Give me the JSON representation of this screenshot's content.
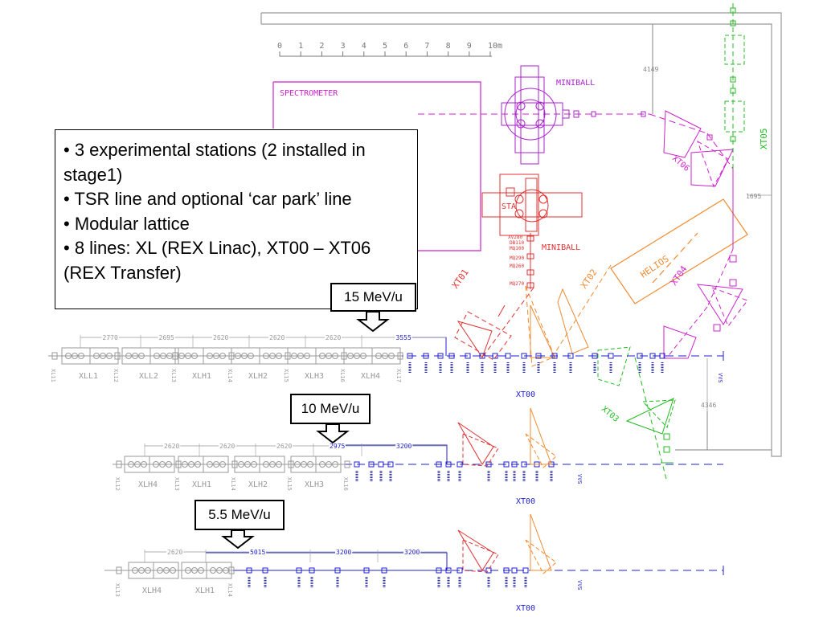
{
  "bullets": [
    "• 3 experimental stations (2 installed in stage1)",
    "• TSR line and optional ‘car park’ line",
    "• Modular lattice",
    "• 8 lines: XL (REX Linac), XT00 – XT06 (REX Transfer)"
  ],
  "energies": [
    "15 MeV/u",
    "10 MeV/u",
    "5.5 MeV/u"
  ],
  "scale": {
    "ticks": [
      "0",
      "1",
      "2",
      "3",
      "4",
      "5",
      "6",
      "7",
      "8",
      "9",
      "10m"
    ]
  },
  "stations": {
    "spectrometer": "SPECTROMETER",
    "miniball_top": "MINIBALL",
    "miniball_mid": "MINIBALL",
    "helios": "HELIOS",
    "sta": "STA"
  },
  "line_labels": {
    "xt00": "XT00",
    "xt01": "XT01",
    "xt02": "XT02",
    "xt03": "XT03",
    "xt04": "XT04",
    "xt05": "XT05",
    "xt06": "XT06"
  },
  "dimensions": {
    "d4149": "4149",
    "d1695": "1695",
    "d4346": "4346"
  },
  "row1": {
    "dims": [
      "2770",
      "2695",
      "2620",
      "2620",
      "2620",
      "3555"
    ],
    "modules": [
      "XLL1",
      "XLL2",
      "XLH1",
      "XLH2",
      "XLH3",
      "XLH4"
    ],
    "stations": [
      "XL11",
      "XL12",
      "XL13",
      "XL14",
      "XL15",
      "XL16",
      "XL17"
    ],
    "xt00_label": "XT00"
  },
  "row2": {
    "dims": [
      "2620",
      "2620",
      "2620",
      "2975",
      "3200"
    ],
    "modules": [
      "XLH4",
      "XLH1",
      "XLH2",
      "XLH3"
    ],
    "stations": [
      "XL12",
      "XL13",
      "XL14",
      "XL15",
      "XL16"
    ],
    "xt00_label": "XT00"
  },
  "row3": {
    "dims": [
      "2620",
      "5015",
      "3200",
      "3200"
    ],
    "modules": [
      "XLH4",
      "XLH1"
    ],
    "stations": [
      "XL13",
      "XL14"
    ],
    "xt00_label": "XT00"
  },
  "beam_end": "VVS",
  "colors": {
    "beamline": "#2222cc",
    "spectrometer": "#cc22cc",
    "miniball_mid": "#e03030",
    "helios": "#f08a30",
    "xt03": "#22bb22",
    "xt05": "#22bb22",
    "linac": "#999999"
  }
}
